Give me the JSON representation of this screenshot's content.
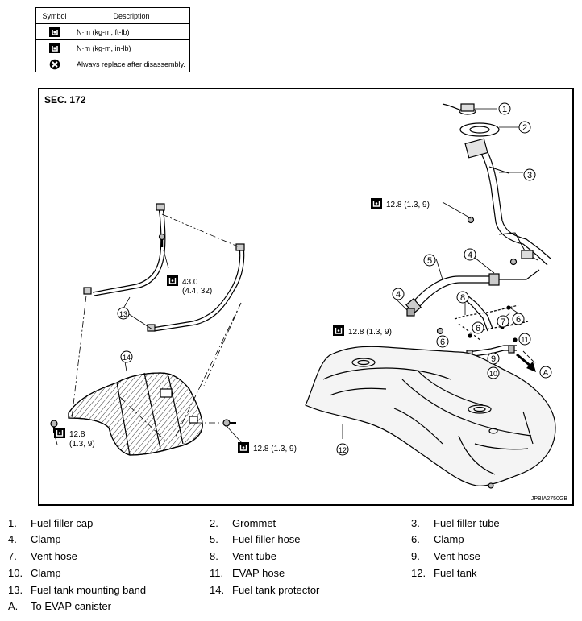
{
  "symbol_table": {
    "header": {
      "symbol": "Symbol",
      "description": "Description"
    },
    "rows": [
      {
        "icon": "torque-wrench-icon",
        "description": "N·m (kg-m, ft-lb)"
      },
      {
        "icon": "torque-wrench-small-icon",
        "description": "N·m (kg-m, in-lb)"
      },
      {
        "icon": "always-replace-icon",
        "description": "Always replace after disassembly."
      }
    ]
  },
  "diagram": {
    "section": "SEC. 172",
    "code": "JPBIA2750GB",
    "callouts": [
      "1",
      "2",
      "3",
      "4",
      "5",
      "6",
      "7",
      "8",
      "9",
      "10",
      "11",
      "12",
      "13",
      "14"
    ],
    "arrow_label": "A",
    "torques": [
      {
        "value": "12.8 (1.3, 9)"
      },
      {
        "value": "12.8 (1.3, 9)"
      },
      {
        "value": "43.0",
        "sub": "(4.4, 32)"
      },
      {
        "value": "12.8",
        "sub": "(1.3, 9)"
      },
      {
        "value": "12.8 (1.3, 9)"
      }
    ]
  },
  "legend": [
    {
      "num": "1.",
      "name": "Fuel filler cap"
    },
    {
      "num": "2.",
      "name": "Grommet"
    },
    {
      "num": "3.",
      "name": "Fuel filler tube"
    },
    {
      "num": "4.",
      "name": "Clamp"
    },
    {
      "num": "5.",
      "name": "Fuel filler hose"
    },
    {
      "num": "6.",
      "name": "Clamp"
    },
    {
      "num": "7.",
      "name": "Vent hose"
    },
    {
      "num": "8.",
      "name": "Vent tube"
    },
    {
      "num": "9.",
      "name": "Vent hose"
    },
    {
      "num": "10.",
      "name": "Clamp"
    },
    {
      "num": "11.",
      "name": "EVAP hose"
    },
    {
      "num": "12.",
      "name": "Fuel tank"
    },
    {
      "num": "13.",
      "name": "Fuel tank mounting band"
    },
    {
      "num": "14.",
      "name": "Fuel tank protector"
    },
    {
      "num": "A.",
      "name": "To EVAP canister"
    }
  ],
  "colors": {
    "ink": "#000000",
    "tank_fill": "#f4f4f4",
    "background": "#ffffff"
  }
}
